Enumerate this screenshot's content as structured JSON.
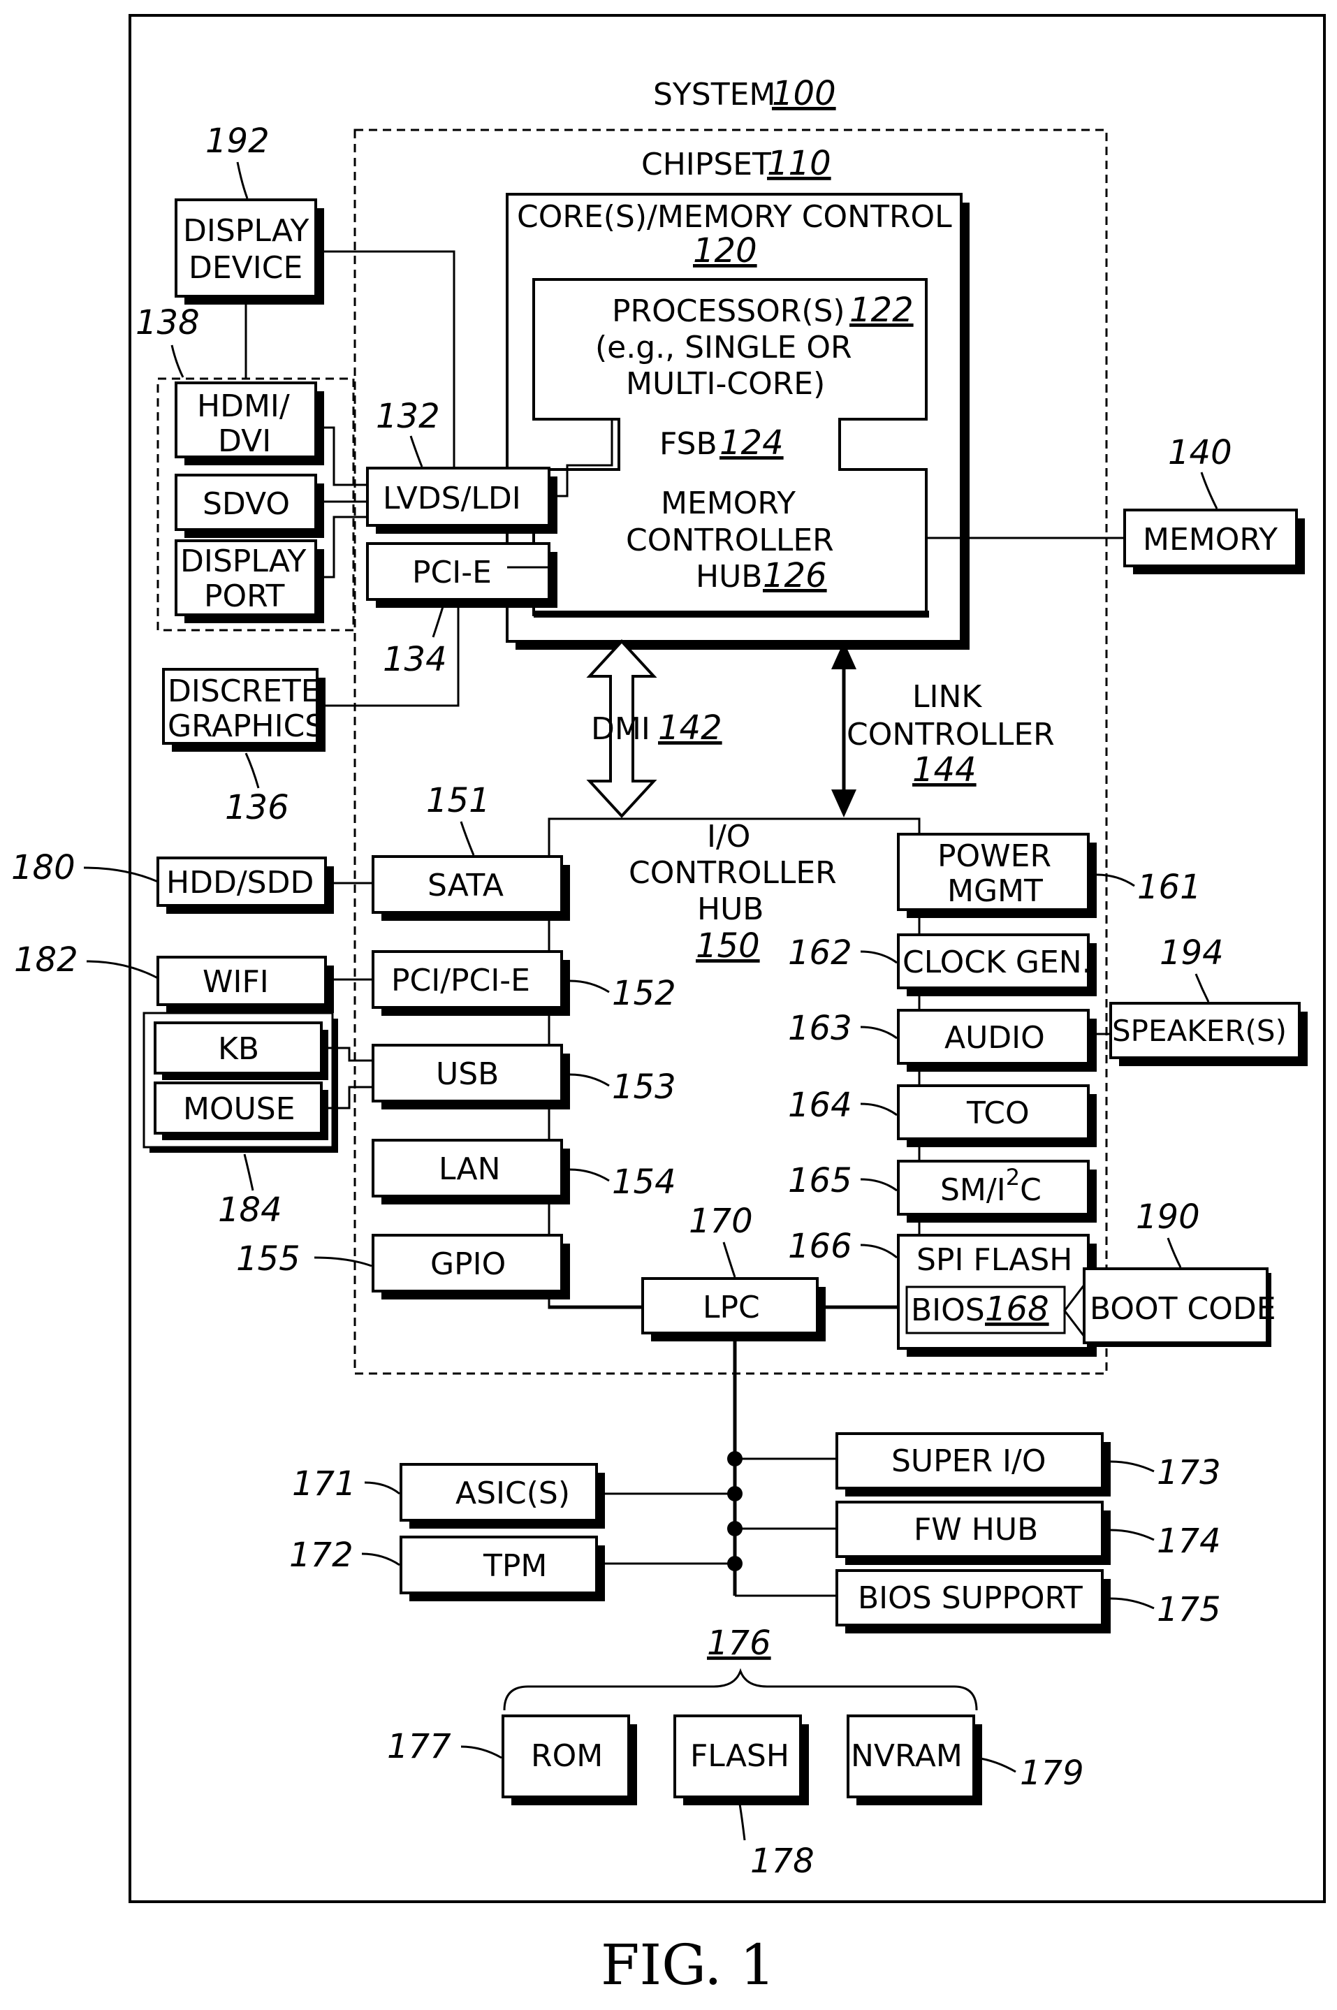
{
  "title": {
    "system": "SYSTEM",
    "system_ref": "100"
  },
  "chipset": {
    "label": "CHIPSET",
    "ref": "110"
  },
  "core": {
    "label": "CORE(S)/MEMORY CONTROL",
    "ref": "120"
  },
  "processor": {
    "line1": "PROCESSOR(S)",
    "ref": "122",
    "line2": "(e.g., SINGLE OR",
    "line3": "MULTI-CORE)"
  },
  "fsb": {
    "label": "FSB",
    "ref": "124"
  },
  "mch": {
    "line1": "MEMORY",
    "line2": "CONTROLLER",
    "line3": "HUB",
    "ref": "126"
  },
  "memory": {
    "label": "MEMORY",
    "ref": "140"
  },
  "display_device": {
    "line1": "DISPLAY",
    "line2": "DEVICE",
    "ref": "192"
  },
  "display_ifaces": {
    "ref": "138",
    "hdmi1": "HDMI/",
    "hdmi2": "DVI",
    "sdvo": "SDVO",
    "dp1": "DISPLAY",
    "dp2": "PORT"
  },
  "lvds": {
    "label": "LVDS/LDI",
    "ref": "132"
  },
  "pcie_top": {
    "label": "PCI-E",
    "ref": "134"
  },
  "discrete": {
    "line1": "DISCRETE",
    "line2": "GRAPHICS",
    "ref": "136"
  },
  "dmi": {
    "label": "DMI",
    "ref": "142"
  },
  "link": {
    "line1": "LINK",
    "line2": "CONTROLLER",
    "ref": "144"
  },
  "ich": {
    "line1": "I/O",
    "line2": "CONTROLLER",
    "line3": "HUB",
    "ref": "150"
  },
  "left_ports": {
    "sata": {
      "label": "SATA",
      "ref": "151"
    },
    "pci": {
      "label": "PCI/PCI-E",
      "ref": "152"
    },
    "usb": {
      "label": "USB",
      "ref": "153"
    },
    "lan": {
      "label": "LAN",
      "ref": "154"
    },
    "gpio": {
      "label": "GPIO",
      "ref": "155"
    }
  },
  "hdd": {
    "label": "HDD/SDD",
    "ref": "180"
  },
  "wifi": {
    "label": "WIFI",
    "ref": "182"
  },
  "input": {
    "kb": "KB",
    "mouse": "MOUSE",
    "ref": "184"
  },
  "right_ports": {
    "power": {
      "line1": "POWER",
      "line2": "MGMT",
      "ref": "161"
    },
    "clock": {
      "label": "CLOCK GEN.",
      "ref": "162"
    },
    "audio": {
      "label": "AUDIO",
      "ref": "163"
    },
    "tco": {
      "label": "TCO",
      "ref": "164"
    },
    "smi2c": {
      "pre": "SM/I",
      "sup": "2",
      "post": "C",
      "ref": "165"
    },
    "spi": {
      "label": "SPI FLASH",
      "ref": "166"
    },
    "bios": {
      "label": "BIOS",
      "ref": "168"
    }
  },
  "speaker": {
    "label": "SPEAKER(S)",
    "ref": "194"
  },
  "boot": {
    "label": "BOOT CODE",
    "ref": "190"
  },
  "lpc": {
    "label": "LPC",
    "ref": "170"
  },
  "lpc_devices": {
    "asic": {
      "label": "ASIC(S)",
      "ref": "171"
    },
    "tpm": {
      "label": "TPM",
      "ref": "172"
    },
    "superio": {
      "label": "SUPER I/O",
      "ref": "173"
    },
    "fwhub": {
      "label": "FW HUB",
      "ref": "174"
    },
    "biossupport": {
      "label": "BIOS SUPPORT",
      "ref": "175"
    }
  },
  "storage": {
    "group_ref": "176",
    "rom": {
      "label": "ROM",
      "ref": "177"
    },
    "flash": {
      "label": "FLASH",
      "ref": "178"
    },
    "nvram": {
      "label": "NVRAM",
      "ref": "179"
    }
  },
  "figure_label": "FIG. 1"
}
